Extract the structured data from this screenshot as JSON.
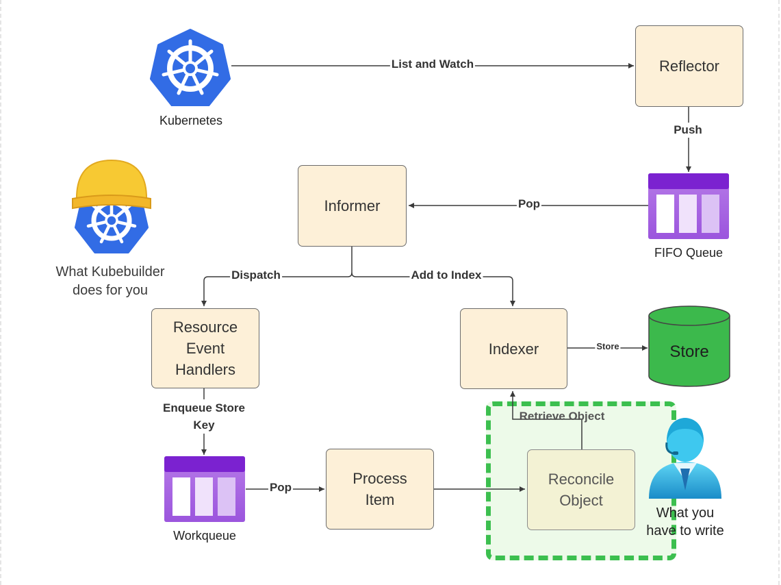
{
  "diagram": {
    "nodes": {
      "reflector": "Reflector",
      "informer": "Informer",
      "resource_event_handlers": "Resource\nEvent\nHandlers",
      "indexer": "Indexer",
      "store": "Store",
      "process_item": "Process\nItem",
      "reconcile_object": "Reconcile\nObject"
    },
    "edge_labels": {
      "list_and_watch": "List and Watch",
      "push": "Push",
      "pop_fifo": "Pop",
      "dispatch": "Dispatch",
      "add_to_index": "Add to Index",
      "store": "Store",
      "enqueue_store_key": "Enqueue Store\nKey",
      "pop_workqueue": "Pop",
      "retrieve_object": "Retrieve Object"
    },
    "captions": {
      "kubernetes": "Kubernetes",
      "fifo_queue": "FIFO Queue",
      "kubebuilder": "What Kubebuilder\ndoes for you",
      "workqueue": "Workqueue",
      "what_you_write": "What you\nhave to write"
    },
    "icons": {
      "kubernetes": "kubernetes-helm-wheel-icon",
      "kubebuilder": "kubernetes-hardhat-icon",
      "queue": "queue-icon",
      "store": "database-cylinder-icon",
      "developer": "user-icon"
    },
    "colors": {
      "node_fill": "#fdf0d8",
      "kubernetes_blue": "#326ce5",
      "queue_purple": "#8b2fd8",
      "store_green": "#3cb94c",
      "custom_zone_green": "#3cbf4f",
      "hardhat_yellow": "#f7c933",
      "user_cyan": "#2fb8e6"
    }
  }
}
